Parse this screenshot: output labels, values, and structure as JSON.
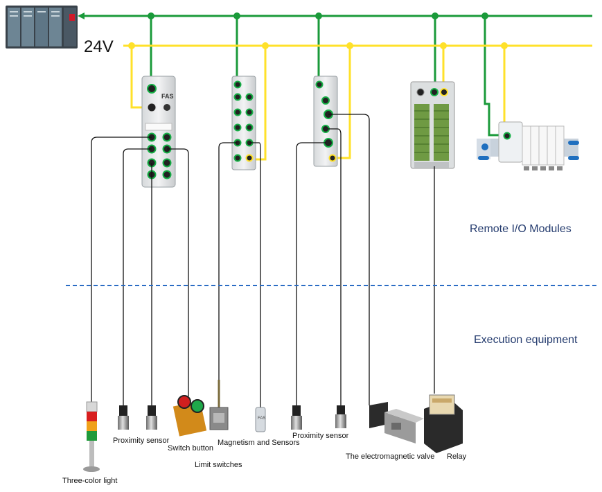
{
  "diagram": {
    "voltage_label": "24V",
    "section_labels": {
      "remote_io": "Remote I/O Modules",
      "execution": "Execution equipment"
    },
    "module_brand": "FAS",
    "devices": {
      "three_color_light": "Three-color light",
      "proximity_sensor_1": "Proximity sensor",
      "switch_button": "Switch button",
      "limit_switches": "Limit switches",
      "magnetism_sensors": "Magnetism and Sensors",
      "proximity_sensor_2": "Proximity sensor",
      "electromagnetic_valve": "The electromagnetic valve",
      "relay": "Relay"
    },
    "colors": {
      "bus_green": "#1a9a3a",
      "bus_yellow": "#ffe12a",
      "divider_blue": "#2a6cc4",
      "label_navy": "#243b6e"
    }
  }
}
